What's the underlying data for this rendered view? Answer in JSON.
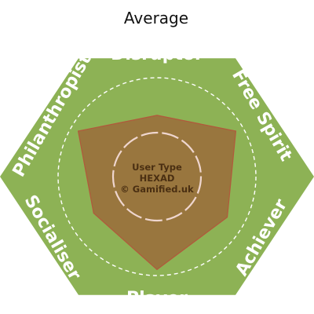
{
  "chart_data": {
    "type": "radar",
    "title": "Average",
    "axes": [
      "Disruptor",
      "Free Spirit",
      "Achiever",
      "Player",
      "Socialiser",
      "Philanthropist"
    ],
    "series": [
      {
        "values": [
          0.62,
          0.92,
          0.82,
          0.94,
          0.74,
          0.92
        ]
      }
    ],
    "center_text": [
      "User Type",
      "HEXAD",
      "© Gamified.uk"
    ],
    "colors": {
      "hexagon": "#8db255",
      "polygon_fill": "#9b6b3b",
      "polygon_stroke": "#b2583c",
      "guide_ring": "#ffffff",
      "inner_ring": "#efd6cf"
    }
  }
}
